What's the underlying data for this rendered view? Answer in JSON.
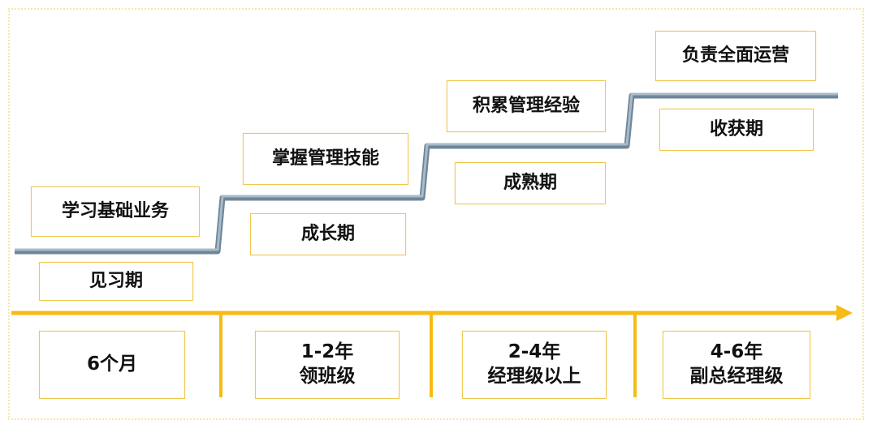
{
  "colors": {
    "accent": "#f7bb16",
    "box_border": "#f0c850",
    "step_line": "#8fa3b4",
    "frame": "#f6e7a8"
  },
  "steps": [
    {
      "activity": "学习基础业务",
      "period": "见习期"
    },
    {
      "activity": "掌握管理技能",
      "period": "成长期"
    },
    {
      "activity": "积累管理经验",
      "period": "成熟期"
    },
    {
      "activity": "负责全面运营",
      "period": "收获期"
    }
  ],
  "timeline": [
    {
      "duration": "6个月",
      "role": ""
    },
    {
      "duration": "1-2年",
      "role": "领班级"
    },
    {
      "duration": "2-4年",
      "role": "经理级以上"
    },
    {
      "duration": "4-6年",
      "role": "副总经理级"
    }
  ]
}
